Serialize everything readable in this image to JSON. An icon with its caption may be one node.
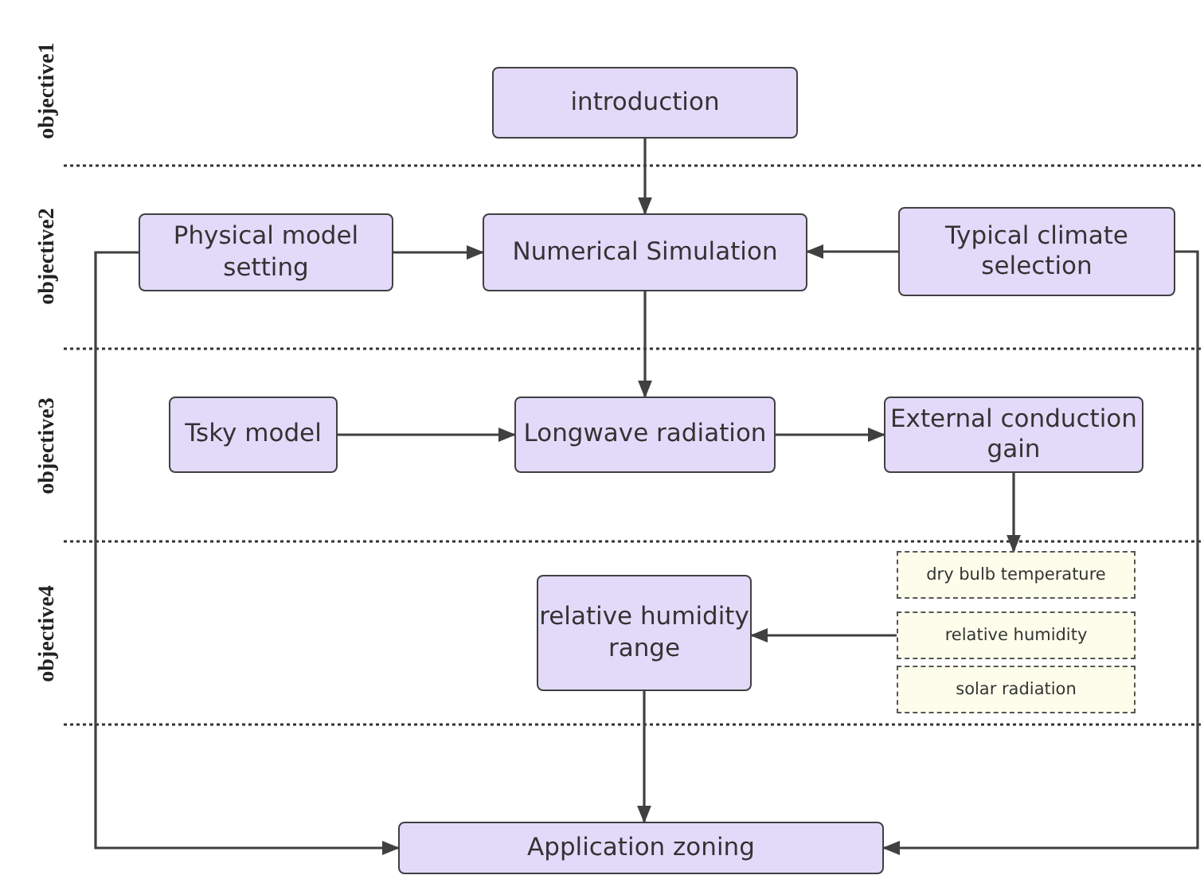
{
  "diagram": {
    "nodes": [
      {
        "text": [
          "introduction"
        ]
      },
      {
        "text": [
          "Physical model setting"
        ]
      },
      {
        "text": [
          "Numerical Simulation"
        ]
      },
      {
        "text": [
          "Typical climate selection"
        ]
      },
      {
        "text": [
          "Tsky model"
        ]
      },
      {
        "text": [
          "Longwave radiation"
        ]
      },
      {
        "text": [
          "External conduction gain"
        ]
      },
      {
        "text": [
          "dry bulb temperature"
        ]
      },
      {
        "text": [
          "relative humidity"
        ]
      },
      {
        "text": [
          "solar radiation"
        ]
      },
      {
        "text": [
          "relative humidity range"
        ]
      },
      {
        "text": [
          "Application zoning"
        ]
      }
    ],
    "edges": [
      {
        "from": 0,
        "to": 2,
        "arrow": "to"
      },
      {
        "from": 1,
        "to": 2,
        "arrow": "to"
      },
      {
        "from": 3,
        "to": 2,
        "arrow": "to"
      },
      {
        "from": 2,
        "to": 5,
        "arrow": "to"
      },
      {
        "from": 4,
        "to": 5,
        "arrow": "to"
      },
      {
        "from": 5,
        "to": 6,
        "arrow": "to"
      },
      {
        "from": 6,
        "to": 7,
        "arrow": "to"
      },
      {
        "from": 8,
        "to": 10,
        "arrow": "to"
      },
      {
        "from": 10,
        "to": 11,
        "arrow": "to"
      },
      {
        "from": 1,
        "to": 11,
        "arrow": "to"
      },
      {
        "from": 3,
        "to": 11,
        "arrow": "to"
      }
    ],
    "labels": [
      "objective1",
      "objective2",
      "objective3",
      "objective4"
    ]
  }
}
